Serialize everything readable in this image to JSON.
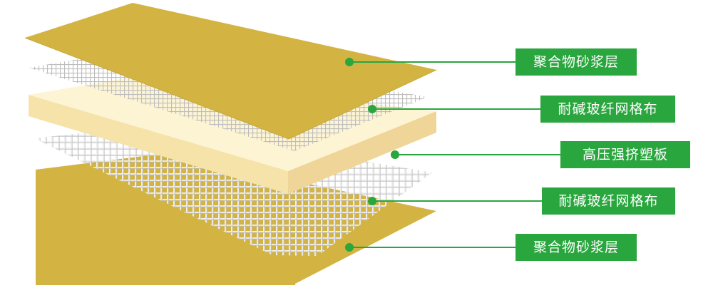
{
  "layers": [
    {
      "name": "聚合物砂浆层"
    },
    {
      "name": "耐碱玻纤网格布"
    },
    {
      "name": "高压强挤塑板"
    },
    {
      "name": "耐碱玻纤网格布"
    },
    {
      "name": "聚合物砂浆层"
    }
  ],
  "colors": {
    "mortar": "#d3b443",
    "mortar_edge": "#c7a83a",
    "foam_top": "#fdf4d4",
    "foam_front": "#f6e3aa",
    "foam_side": "#efd698",
    "mesh": "#c4c4c4",
    "mesh_light": "#e3e3e3",
    "accent": "#2aa63e"
  }
}
